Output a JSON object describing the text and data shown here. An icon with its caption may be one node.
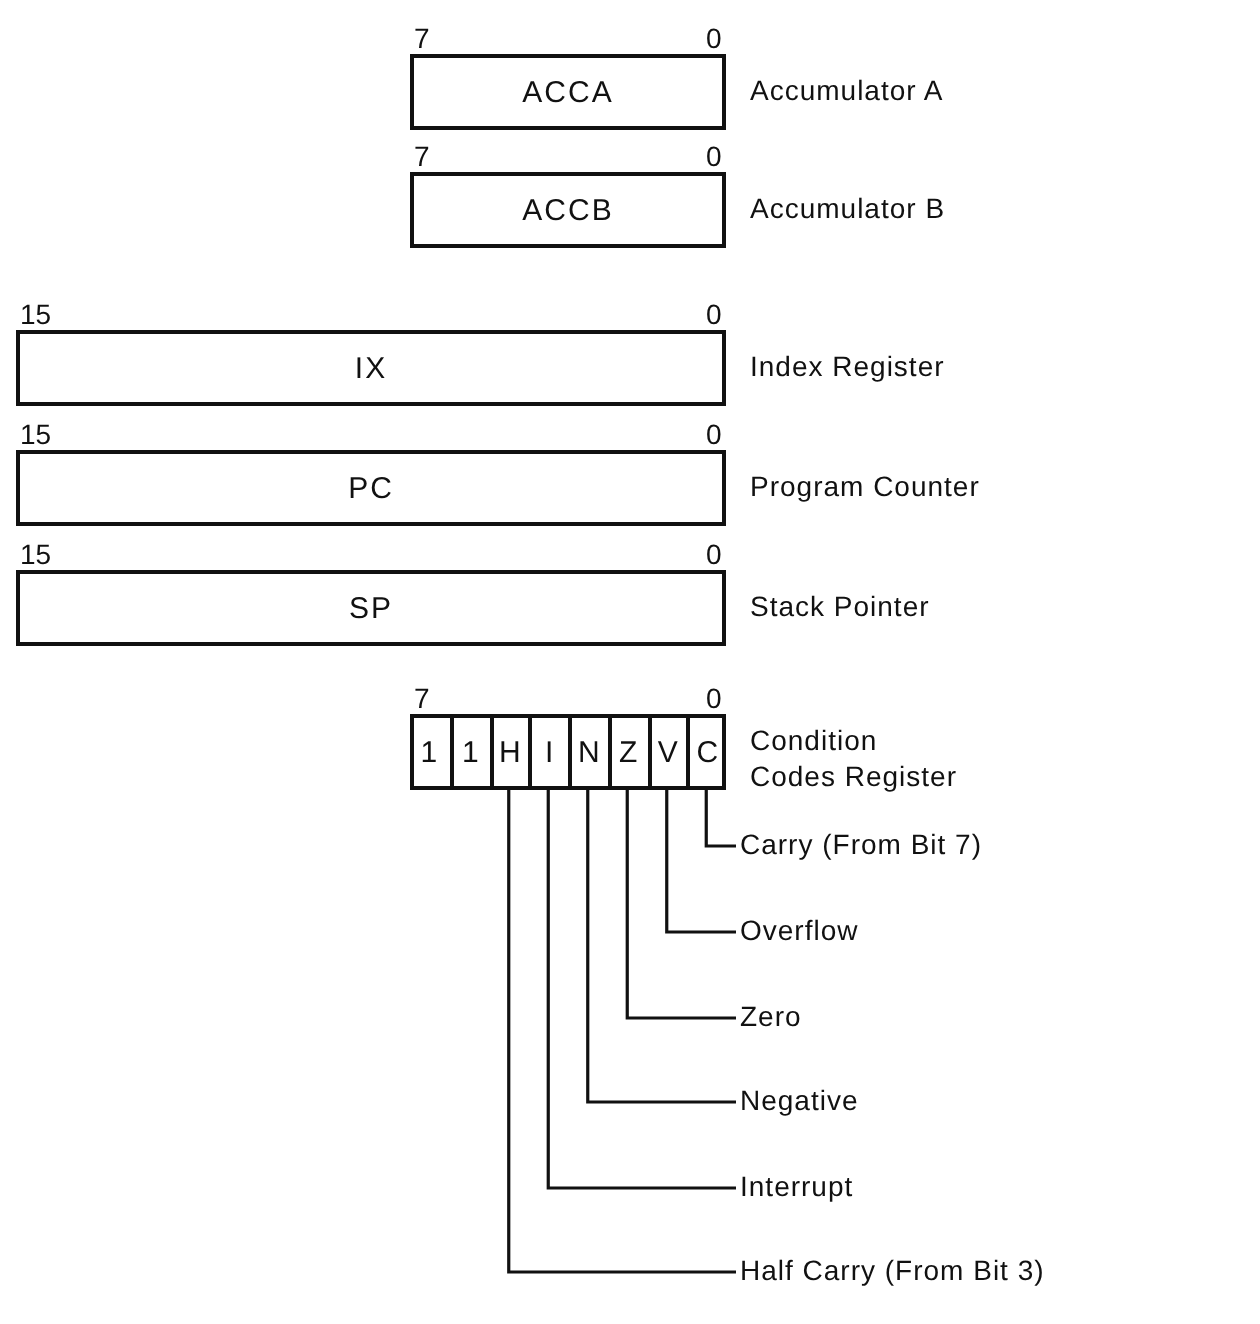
{
  "diagram": {
    "nodes": [
      {
        "text": [
          "ACCA"
        ],
        "beside": [
          "Accumulator A"
        ]
      },
      {
        "text": [
          "ACCB"
        ],
        "beside": [
          "Accumulator B"
        ]
      },
      {
        "text": [
          "IX"
        ],
        "beside": [
          "Index Register"
        ]
      },
      {
        "text": [
          "PC"
        ],
        "beside": [
          "Program Counter"
        ]
      },
      {
        "text": [
          "SP"
        ],
        "beside": [
          "Stack Pointer"
        ]
      },
      {
        "text": [],
        "shape": "box",
        "beside": [
          "Condition Codes Register"
        ]
      },
      {
        "text": [
          "1"
        ],
        "in": 5
      },
      {
        "text": [
          "1"
        ],
        "in": 5
      },
      {
        "text": [
          "H"
        ],
        "in": 5
      },
      {
        "text": [
          "I"
        ],
        "in": 5
      },
      {
        "text": [
          "N"
        ],
        "in": 5
      },
      {
        "text": [
          "Z"
        ],
        "in": 5
      },
      {
        "text": [
          "V"
        ],
        "in": 5
      },
      {
        "text": [
          "C"
        ],
        "in": 5
      },
      {
        "text": [
          "Carry (From Bit 7)"
        ]
      },
      {
        "text": [
          "Overflow"
        ]
      },
      {
        "text": [
          "Zero"
        ]
      },
      {
        "text": [
          "Negative"
        ]
      },
      {
        "text": [
          "Interrupt"
        ]
      },
      {
        "text": [
          "Half Carry (From Bit 3)"
        ]
      }
    ],
    "edges": [
      {
        "from": 13,
        "to": 14,
        "arrow": "none"
      },
      {
        "from": 12,
        "to": 15,
        "arrow": "none"
      },
      {
        "from": 11,
        "to": 16,
        "arrow": "none"
      },
      {
        "from": 10,
        "to": 17,
        "arrow": "none"
      },
      {
        "from": 9,
        "to": 18,
        "arrow": "none"
      },
      {
        "from": 8,
        "to": 19,
        "arrow": "none"
      }
    ],
    "labels": [
      "7",
      "0",
      "7",
      "0",
      "15",
      "0",
      "15",
      "0",
      "15",
      "0",
      "7",
      "0"
    ]
  }
}
